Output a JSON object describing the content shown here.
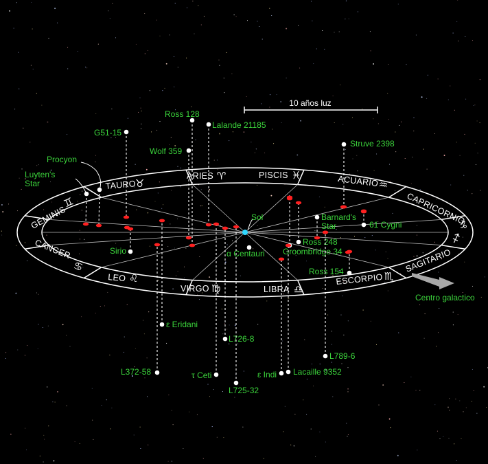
{
  "scale_label": "10 años luz",
  "galactic_center_label": "Centro galactico",
  "sun_label": "Sol",
  "zodiac": [
    {
      "name": "PISCIS",
      "glyph": "♓"
    },
    {
      "name": "ARIES",
      "glyph": "♈"
    },
    {
      "name": "TAURO",
      "glyph": "♉"
    },
    {
      "name": "GEMINIS",
      "glyph": "♊"
    },
    {
      "name": "CANCER",
      "glyph": "♋"
    },
    {
      "name": "LEO",
      "glyph": "♌"
    },
    {
      "name": "VIRGO",
      "glyph": "♍"
    },
    {
      "name": "LIBRA",
      "glyph": "♎"
    },
    {
      "name": "ESCORPIO",
      "glyph": "♏"
    },
    {
      "name": "SAGITARIO",
      "glyph": "♐"
    },
    {
      "name": "CAPRICORNIO",
      "glyph": "♑"
    },
    {
      "name": "ACUARIO",
      "glyph": "♒"
    }
  ],
  "stars": [
    {
      "label": "Ross 128"
    },
    {
      "label": "Lalande 21185"
    },
    {
      "label": "G51-15"
    },
    {
      "label": "Wolf 359"
    },
    {
      "label": "Struve 2398"
    },
    {
      "label": "Procyon"
    },
    {
      "label": "Luyten's Star"
    },
    {
      "label": "Barnard's Star"
    },
    {
      "label": "61 Cygni"
    },
    {
      "label": "Ross 248"
    },
    {
      "label": "Groombridge 34"
    },
    {
      "label": "Sirio"
    },
    {
      "label": "α Centauri"
    },
    {
      "label": "Ross 154"
    },
    {
      "label": "ε Eridani"
    },
    {
      "label": "L726-8"
    },
    {
      "label": "L789-6"
    },
    {
      "label": "L372-58"
    },
    {
      "label": "τ Ceti"
    },
    {
      "label": "ε Indi"
    },
    {
      "label": "Lacaille 9352"
    },
    {
      "label": "L725-32"
    }
  ]
}
